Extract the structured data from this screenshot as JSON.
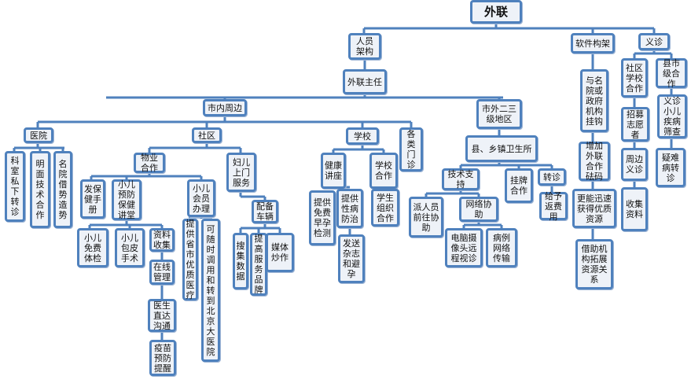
{
  "title": "外联",
  "nodes": [
    {
      "id": "root",
      "label": "外联"
    },
    {
      "id": "staff",
      "label": "人员架构"
    },
    {
      "id": "director",
      "label": "外联主任"
    },
    {
      "id": "city",
      "label": "市内周边"
    },
    {
      "id": "outer",
      "label": "市外二三级地区"
    },
    {
      "id": "software",
      "label": "软件构架"
    },
    {
      "id": "clinic",
      "label": "义诊"
    },
    {
      "id": "hospital",
      "label": "医院"
    },
    {
      "id": "h1",
      "label": "科室私下转诊"
    },
    {
      "id": "h2",
      "label": "明面技术合作"
    },
    {
      "id": "h3",
      "label": "名院借势造势"
    },
    {
      "id": "community",
      "label": "社区"
    },
    {
      "id": "property",
      "label": "物业合作"
    },
    {
      "id": "p1",
      "label": "发保健手册"
    },
    {
      "id": "p2",
      "label": "小儿预防保健讲堂"
    },
    {
      "id": "p3",
      "label": "小儿会员办理"
    },
    {
      "id": "home",
      "label": "妇儿上门服务"
    },
    {
      "id": "car",
      "label": "配备车辆"
    },
    {
      "id": "k1",
      "label": "小儿免费体检"
    },
    {
      "id": "k2",
      "label": "小儿包皮手术"
    },
    {
      "id": "k3",
      "label": "资料收集"
    },
    {
      "id": "k4",
      "label": "在线管理"
    },
    {
      "id": "k5",
      "label": "医生直达沟通"
    },
    {
      "id": "k6",
      "label": "疫苗预防提醒"
    },
    {
      "id": "m1",
      "label": "提供省市优质医疗"
    },
    {
      "id": "m2",
      "label": "可随时调用和转到北京大医院"
    },
    {
      "id": "c1",
      "label": "搜集数据"
    },
    {
      "id": "c2",
      "label": "提高服务品牌"
    },
    {
      "id": "c3",
      "label": "媒体炒作"
    },
    {
      "id": "school",
      "label": "学校"
    },
    {
      "id": "various",
      "label": "各类门诊"
    },
    {
      "id": "lecture",
      "label": "健康讲座"
    },
    {
      "id": "schoolcoop",
      "label": "学校合作"
    },
    {
      "id": "l1",
      "label": "提供免费早孕检测"
    },
    {
      "id": "l2",
      "label": "提供性病防治"
    },
    {
      "id": "l3",
      "label": "发送杂志和避孕"
    },
    {
      "id": "s1",
      "label": "学生组织合作"
    },
    {
      "id": "county",
      "label": "县、乡镇卫生所"
    },
    {
      "id": "tech",
      "label": "技术支持"
    },
    {
      "id": "brand",
      "label": "挂牌合作"
    },
    {
      "id": "referral",
      "label": "转诊"
    },
    {
      "id": "t1",
      "label": "派人员前往协助"
    },
    {
      "id": "t2",
      "label": "网络协助"
    },
    {
      "id": "r1",
      "label": "给予返费用"
    },
    {
      "id": "n1",
      "label": "电脑摄像头远程视诊"
    },
    {
      "id": "n2",
      "label": "病例网络传输"
    },
    {
      "id": "sw1",
      "label": "与名院或政府机构挂钩"
    },
    {
      "id": "sw2",
      "label": "增加外联合作砝码"
    },
    {
      "id": "sw3",
      "label": "更能迅速获得优质资源"
    },
    {
      "id": "sw4",
      "label": "借助机构拓展资源关系"
    },
    {
      "id": "v1",
      "label": "社区学校合作"
    },
    {
      "id": "v2",
      "label": "招募志愿者"
    },
    {
      "id": "v3",
      "label": "周边义诊"
    },
    {
      "id": "v4",
      "label": "收集资料"
    },
    {
      "id": "w1",
      "label": "县市级合作"
    },
    {
      "id": "w2",
      "label": "义诊小儿疾病筛查"
    },
    {
      "id": "w3",
      "label": "疑难病转诊"
    }
  ]
}
